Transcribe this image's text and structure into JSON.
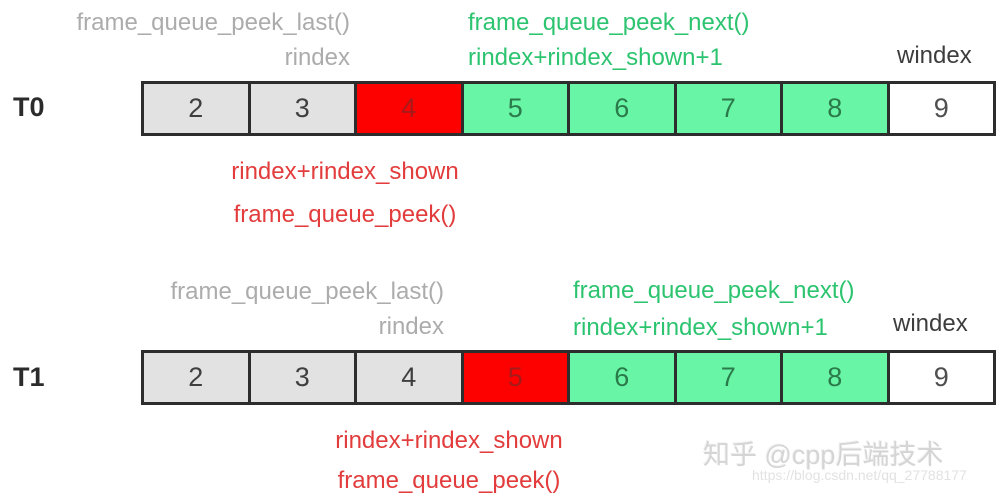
{
  "colors": {
    "cell_gray": "#e2e2e2",
    "cell_red": "#fd0000",
    "cell_green": "#68f6a6",
    "cell_white": "#ffffff",
    "border": "#2d2d2d",
    "label_gray": "#acacac",
    "label_green": "#2dc470",
    "label_red": "#e23c3c"
  },
  "diagrams": [
    {
      "time_label": "T0",
      "top_left_labels": [
        "frame_queue_peek_last()",
        "rindex"
      ],
      "top_right_labels": [
        "frame_queue_peek_next()",
        "rindex+rindex_shown+1"
      ],
      "windex_label": "windex",
      "bottom_labels": [
        "rindex+rindex_shown",
        "frame_queue_peek()"
      ],
      "cells": [
        {
          "value": "2",
          "type": "gray"
        },
        {
          "value": "3",
          "type": "gray"
        },
        {
          "value": "4",
          "type": "red"
        },
        {
          "value": "5",
          "type": "green"
        },
        {
          "value": "6",
          "type": "green"
        },
        {
          "value": "7",
          "type": "green"
        },
        {
          "value": "8",
          "type": "green"
        },
        {
          "value": "9",
          "type": "white"
        }
      ]
    },
    {
      "time_label": "T1",
      "top_left_labels": [
        "frame_queue_peek_last()",
        "rindex"
      ],
      "top_right_labels": [
        "frame_queue_peek_next()",
        "rindex+rindex_shown+1"
      ],
      "windex_label": "windex",
      "bottom_labels": [
        "rindex+rindex_shown",
        "frame_queue_peek()"
      ],
      "cells": [
        {
          "value": "2",
          "type": "gray"
        },
        {
          "value": "3",
          "type": "gray"
        },
        {
          "value": "4",
          "type": "gray"
        },
        {
          "value": "5",
          "type": "red"
        },
        {
          "value": "6",
          "type": "green"
        },
        {
          "value": "7",
          "type": "green"
        },
        {
          "value": "8",
          "type": "green"
        },
        {
          "value": "9",
          "type": "white"
        }
      ]
    }
  ],
  "watermark": {
    "text": "知乎 @cpp后端技术",
    "url": "https://blog.csdn.net/qq_27788177"
  }
}
